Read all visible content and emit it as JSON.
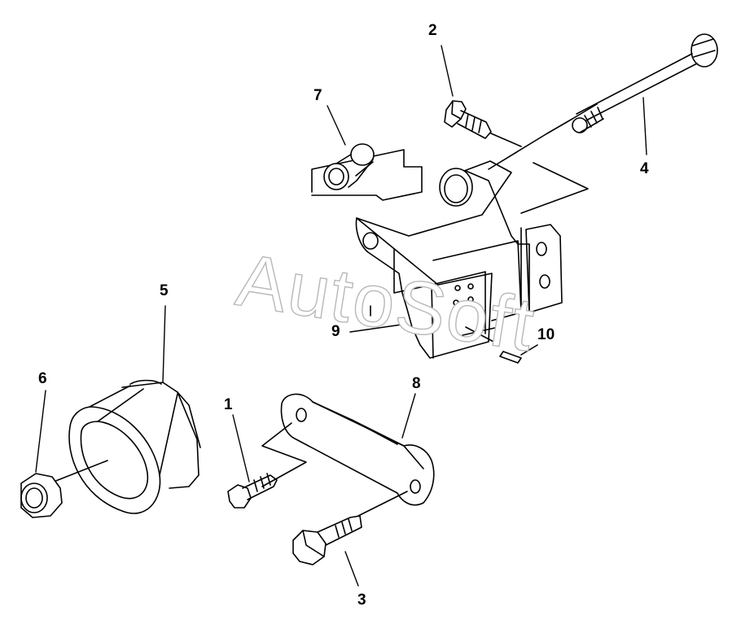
{
  "callouts": {
    "c1": "1",
    "c2": "2",
    "c3": "3",
    "c4": "4",
    "c5": "5",
    "c6": "6",
    "c7": "7",
    "c8": "8",
    "c9": "9",
    "c10": "10"
  },
  "watermark": "AutoSoft"
}
